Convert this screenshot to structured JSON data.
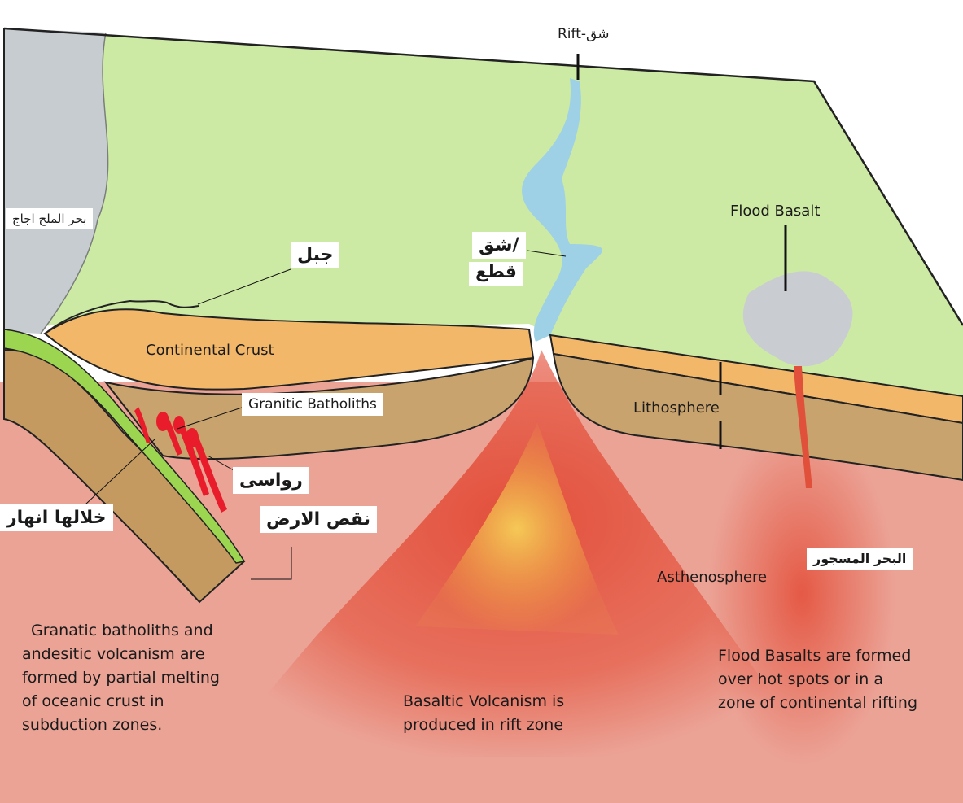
{
  "labels": {
    "rift": "Rift-شق",
    "dead_sea": "بحر الملح اجاج",
    "mountain": "جبل",
    "rift_arabic_1": "/شق",
    "rift_arabic_2": "قطع",
    "flood_basalt": "Flood Basalt",
    "continental_crust": "Continental Crust",
    "granitic_batholiths": "Granitic Batholiths",
    "lithosphere": "Lithosphere",
    "mountains_pegs": "رواسى",
    "rivers_between": "خلالها انهار",
    "earth_reduction": "نقص الارض",
    "sea_fire": "البحر المسجور",
    "asthenosphere": "Asthenosphere"
  },
  "captions": {
    "subduction": [
      "Granatic batholiths and",
      "andesitic volcanism are",
      "formed by partial melting",
      "of oceanic crust in",
      "subduction zones."
    ],
    "rift": [
      "Basaltic Volcanism is",
      "produced in rift zone"
    ],
    "flood": [
      "Flood Basalts are formed",
      "over hot spots or in a",
      "zone of continental rifting"
    ]
  },
  "colors": {
    "land": "#cdeaa4",
    "water": "#9ed1e6",
    "continental_crust": "#f2b769",
    "lithosphere": "#c9a36e",
    "asthenosphere": "#eba396",
    "magma": "#e0503a",
    "yellow_plume": "#f3c34a",
    "oceanic_crust": "#9cd650",
    "batholith": "#e81c2a",
    "dead_sea": "#c7ccd1"
  }
}
